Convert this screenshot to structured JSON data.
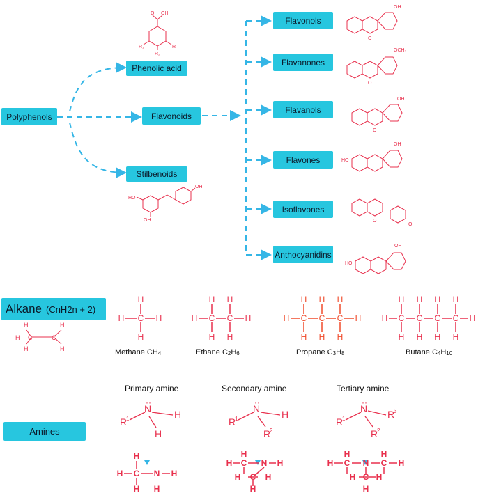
{
  "colors": {
    "accent": "#27c6df",
    "arrow": "#35b6e6",
    "structure": "#e8304d",
    "structure_orange": "#f04a2a",
    "text": "#111111"
  },
  "polyphenols": {
    "root": "Polyphenols",
    "classes": [
      "Phenolic acid",
      "Flavonoids",
      "Stilbenoids"
    ],
    "flavonoids": [
      "Flavonols",
      "Flavanones",
      "Flavanols",
      "Flavones",
      "Isoflavones",
      "Anthocyanidins"
    ]
  },
  "alkane": {
    "label": "Alkane",
    "formula": "(CnH2n + 2)",
    "compounds": [
      {
        "name": "Methane",
        "formula": [
          [
            "C",
            ""
          ],
          [
            "H",
            "4"
          ]
        ]
      },
      {
        "name": "Ethane",
        "formula": [
          [
            "C",
            "2"
          ],
          [
            "H",
            "6"
          ]
        ]
      },
      {
        "name": "Propane",
        "formula": [
          [
            "C",
            "3"
          ],
          [
            "H",
            "8"
          ]
        ]
      },
      {
        "name": "Butane",
        "formula": [
          [
            "C",
            "4"
          ],
          [
            "H",
            "10"
          ]
        ]
      }
    ]
  },
  "amines": {
    "label": "Amines",
    "types": [
      "Primary amine",
      "Secondary amine",
      "Tertiary amine"
    ]
  },
  "structure_text": {
    "H": "H",
    "C": "C",
    "N": "N",
    "O": "O",
    "OH": "OH",
    "HO": "HO",
    "OCH3": "OCH₃",
    "R": "R",
    "R1": "R₁",
    "R2": "R₂",
    "Rsup": "R",
    "sup1": "1",
    "sup2": "2",
    "sup3": "3",
    "plus": "+"
  }
}
